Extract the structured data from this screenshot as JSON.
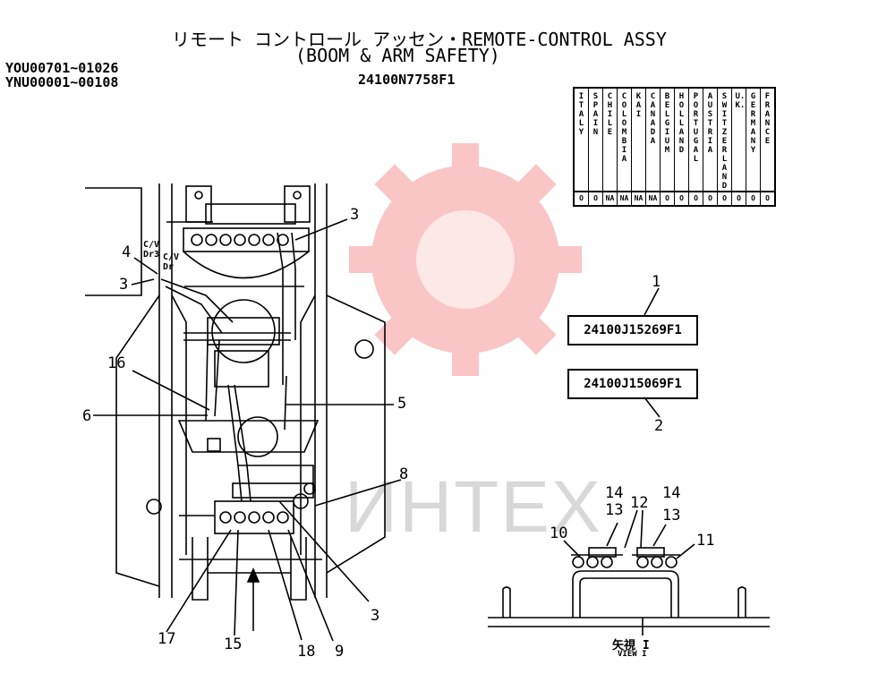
{
  "header": {
    "title_line1": "リモート コントロール アッセン・REMOTE-CONTROL ASSY",
    "title_line2": "(BOOM & ARM SAFETY)",
    "part_number": "24100N7758F1",
    "serial_range_1": "YOU00701~01026",
    "serial_range_2": "YNU00001~00108"
  },
  "country_table": {
    "countries": [
      "ITALY",
      "SPAIN",
      "CHILE",
      "COLOMBIA",
      "KAI",
      "CANADA",
      "BELGIUM",
      "HOLLAND",
      "PORTUGAL",
      "AUSTRIA",
      "SWITZER LAND",
      "U.K.",
      "GERMANY",
      "FRANCE"
    ],
    "marks": [
      "O",
      "O",
      "NA",
      "NA",
      "NA",
      "NA",
      "O",
      "O",
      "O",
      "O",
      "O",
      "O",
      "O",
      "O"
    ]
  },
  "parts": {
    "item1_number": "1",
    "item1_code": "24100J15269F1",
    "item2_number": "2",
    "item2_code": "24100J15069F1"
  },
  "callouts": {
    "c3a": "3",
    "c4": "4",
    "c3b": "3",
    "c16": "16",
    "c6": "6",
    "c5": "5",
    "c8": "8",
    "c3c": "3",
    "c17": "17",
    "c15": "15",
    "c18": "18",
    "c9": "9",
    "cv1": "C/V",
    "cv1b": "Dr3",
    "cv2": "C/V",
    "cv2b": "Dr"
  },
  "view": {
    "c14a": "14",
    "c13a": "13",
    "c12": "12",
    "c14b": "14",
    "c13b": "13",
    "c10": "10",
    "c11": "11",
    "label_jp": "矢視 I",
    "label_en": "VIEW I"
  },
  "watermark": {
    "text": "ИНТЕХ",
    "color": "#e8a0a0"
  }
}
